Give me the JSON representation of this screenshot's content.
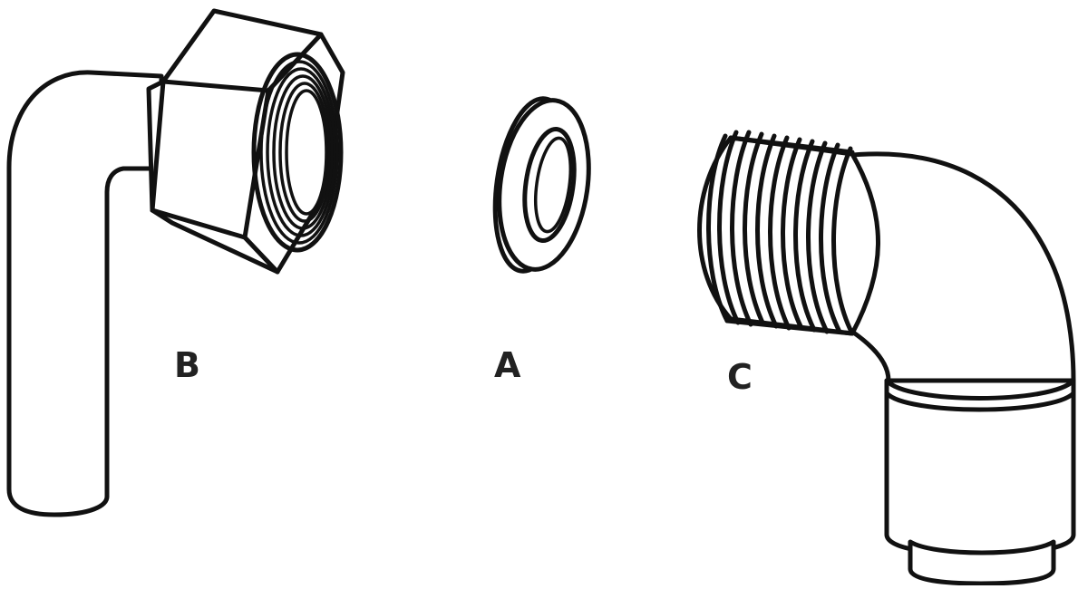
{
  "parts": [
    {
      "id": "B",
      "label": "B"
    },
    {
      "id": "A",
      "label": "A"
    },
    {
      "id": "C",
      "label": "C"
    }
  ]
}
